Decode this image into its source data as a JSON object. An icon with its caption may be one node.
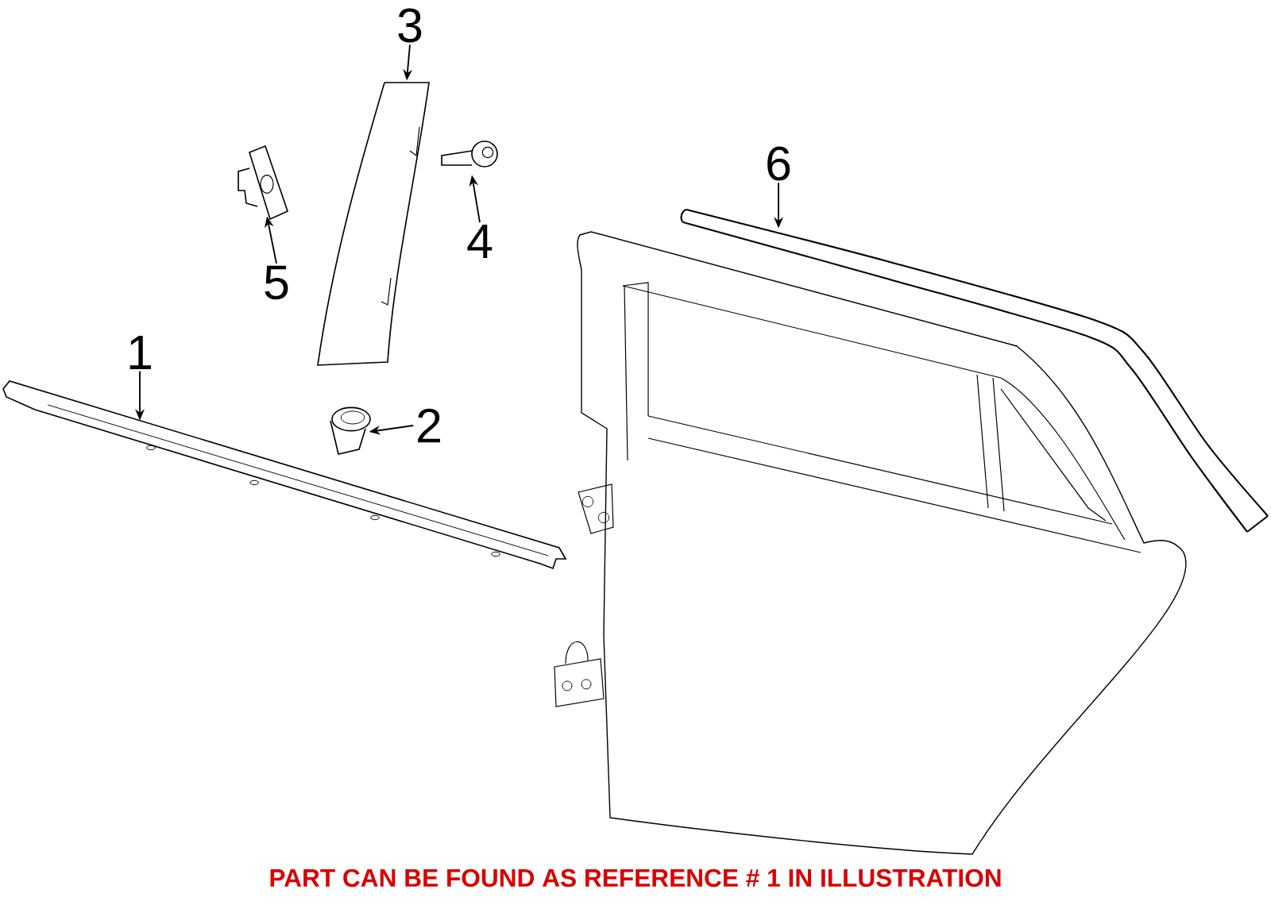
{
  "diagram": {
    "caption": "PART CAN BE FOUND AS REFERENCE # 1 IN ILLUSTRATION",
    "nodes": [
      {
        "text": [
          "1"
        ]
      },
      {
        "text": [],
        "shape": "picture"
      },
      {
        "text": [
          "2"
        ]
      },
      {
        "text": [],
        "shape": "picture"
      },
      {
        "text": [
          "3"
        ]
      },
      {
        "text": [],
        "shape": "picture"
      },
      {
        "text": [
          "4"
        ]
      },
      {
        "text": [],
        "shape": "picture"
      },
      {
        "text": [
          "5"
        ]
      },
      {
        "text": [],
        "shape": "picture"
      },
      {
        "text": [
          "6"
        ]
      },
      {
        "text": [],
        "shape": "picture"
      }
    ],
    "edges": [
      {
        "from": 0,
        "to": 1,
        "arrow": "to"
      },
      {
        "from": 2,
        "to": 3,
        "arrow": "to"
      },
      {
        "from": 4,
        "to": 5,
        "arrow": "to"
      },
      {
        "from": 6,
        "to": 7,
        "arrow": "to"
      },
      {
        "from": 8,
        "to": 9,
        "arrow": "to"
      },
      {
        "from": 10,
        "to": 11,
        "arrow": "to"
      }
    ]
  }
}
